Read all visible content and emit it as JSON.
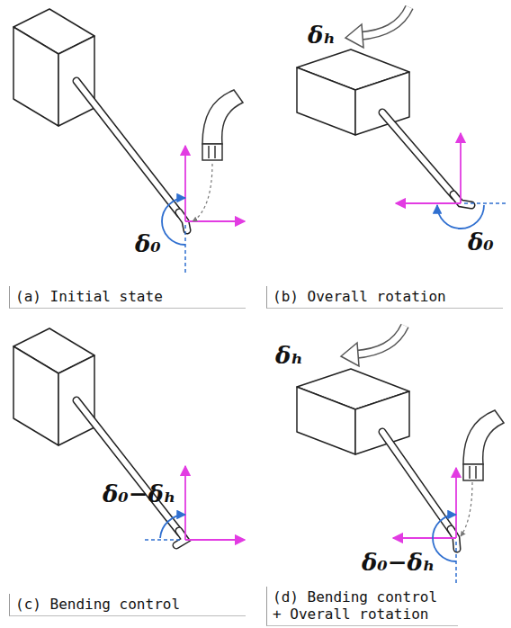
{
  "diagram": {
    "labels": [
      "δₕ",
      "δ₀",
      "δ₀",
      "(a) Initial state",
      "(b) Overall rotation",
      "δₕ",
      "δ₀−δₕ",
      "δ₀−δₕ",
      "(c) Bending control",
      "(d) Bending control + Overall rotation"
    ]
  }
}
